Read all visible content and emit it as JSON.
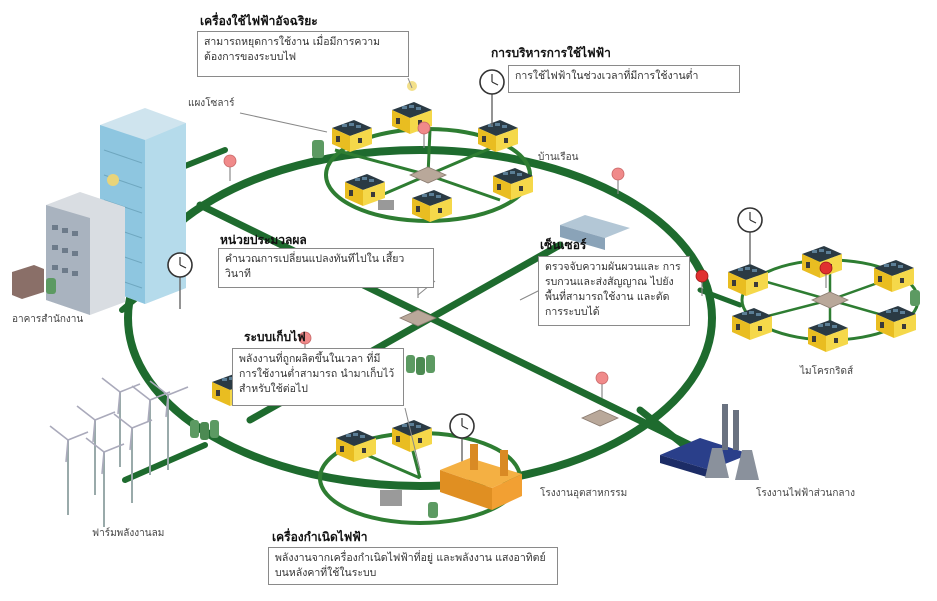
{
  "colors": {
    "grid_line": "#1e6b2e",
    "thin_line": "#2e7d32",
    "house_wall": "#f2d034",
    "house_roof": "#2a3a44",
    "tower_blue": "#8ec6e0",
    "marker_pink": "#f08a8a",
    "marker_red": "#e03030"
  },
  "icons": [
    "house-icon",
    "office-tower-icon",
    "wind-turbine-icon",
    "factory-icon",
    "power-plant-icon",
    "meter-clock-icon",
    "substation-icon",
    "location-pin-icon",
    "storage-tank-icon",
    "generator-icon"
  ],
  "callouts": {
    "smart_appliance": {
      "title": "เครื่องใช้ไฟฟ้าอัจฉริยะ",
      "body": "สามารถหยุดการใช้งาน เมื่อมีการความต้องการของระบบไฟ"
    },
    "power_management": {
      "title": "การบริหารการใช้ไฟฟ้า",
      "body": "การใช้ไฟฟ้าในช่วงเวลาที่มีการใช้งานต่ำ"
    },
    "processing_unit": {
      "title": "หน่วยประมวลผล",
      "body": "คำนวณการเปลี่ยนแปลงทันทีไปใน เสี้ยววินาที"
    },
    "sensor": {
      "title": "เซ็นเซอร์",
      "body": "ตรวจจับความผันผวนและ การรบกวนและส่งสัญญาณ ไปยังพื้นที่สามารถใช้งาน และตัดการระบบได้"
    },
    "storage": {
      "title": "ระบบเก็บไฟ",
      "body": "พลังงานที่ถูกผลิตขึ้นในเวลา ที่มีการใช้งานต่ำสามารถ นำมาเก็บไว้สำหรับใช้ต่อไป"
    },
    "generator": {
      "title": "เครื่องกำเนิดไฟฟ้า",
      "body": "พลังงานจากเครื่องกำเนิดไฟฟ้าที่อยู่ และพลังงาน แสงอาทิตย์บนหลังคาที่ใช้ในระบบ"
    }
  },
  "labels": {
    "solar_panel": "แผงโซลาร์",
    "homes": "บ้านเรือน",
    "office": "อาคารสำนักงาน",
    "microgrid": "ไมโครกริดส์",
    "wind_farm": "ฟาร์มพลังงานลม",
    "industrial_plant": "โรงงานอุตสาหกรรม",
    "central_power_plant": "โรงงานไฟฟ้าส่วนกลาง"
  }
}
